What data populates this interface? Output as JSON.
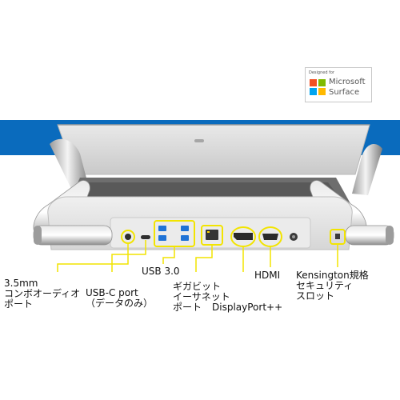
{
  "badge": {
    "caption": "Designed for",
    "brand": "Microsoft",
    "product": "Surface",
    "logo_colors": [
      "#f25022",
      "#7fba00",
      "#00a4ef",
      "#ffb900"
    ]
  },
  "colors": {
    "band": "#0a6bbd",
    "highlight": "#f2e400",
    "dock_body": "#e4e4e4"
  },
  "labels": {
    "audio": [
      "3.5mm",
      "コンボオーディオ",
      "ポート"
    ],
    "usbc": [
      "USB-C port",
      "（データのみ）"
    ],
    "usb3": [
      "USB 3.0"
    ],
    "ethernet": [
      "ギガビット",
      "イーサネット",
      "ポート"
    ],
    "displayport": [
      "DisplayPort++"
    ],
    "hdmi": [
      "HDMI"
    ],
    "kensington": [
      "Kensington規格",
      "セキュリティ",
      "スロット"
    ]
  }
}
